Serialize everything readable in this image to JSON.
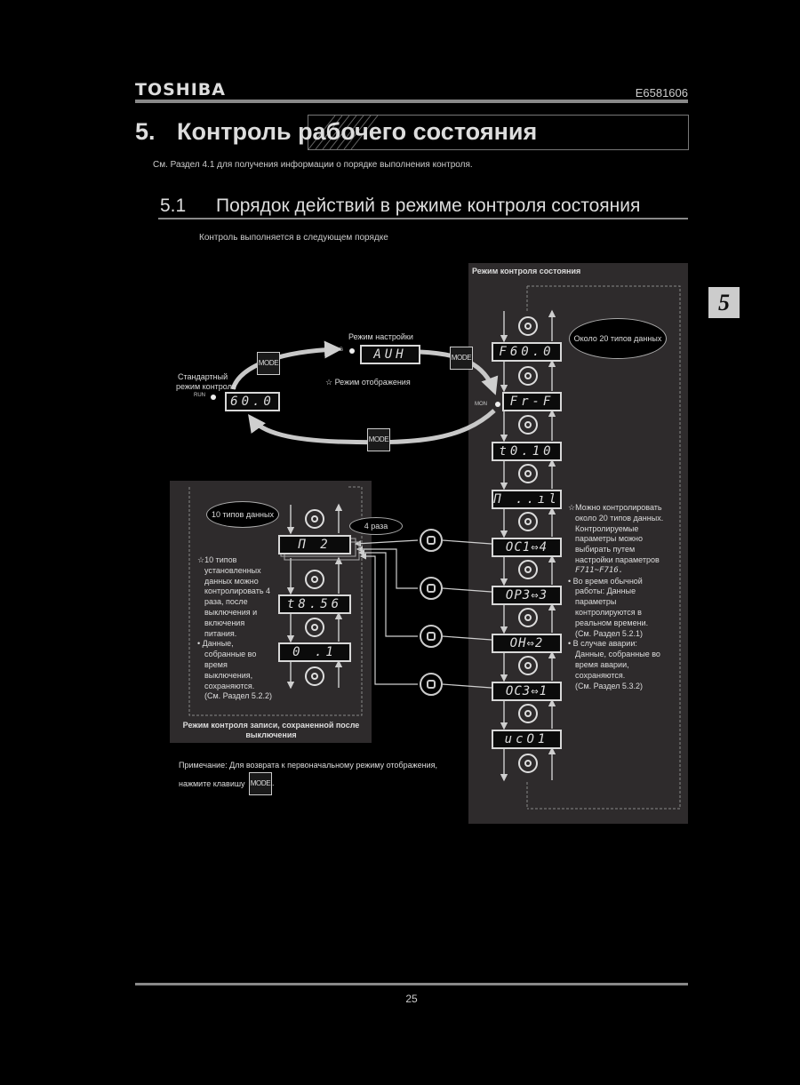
{
  "header": {
    "brand": "TOSHIBA",
    "doc_number": "E6581606"
  },
  "section": {
    "number": "5.",
    "title": "Контроль рабочего состояния",
    "intro": "См. Раздел 4.1 для получения информации о порядке выполнения контроля."
  },
  "subsection": {
    "number": "5.1",
    "title": "Порядок действий в режиме контроля состояния",
    "subtitle": "Контроль выполняется в следующем порядке"
  },
  "side_tab": "5",
  "diagram": {
    "mode_button": "MODE",
    "standard": {
      "label_line1": "Стандартный",
      "label_line2": "режим контроля",
      "led_label": "RUN",
      "display": "60.0"
    },
    "setup": {
      "label": "Режим настройки",
      "led_label": "PRG",
      "display": "AUH"
    },
    "display_mode_note": "☆ Режим отображения",
    "status_panel": {
      "title": "Режим контроля состояния",
      "ellipse": "Около 20 типов данных",
      "mon_label": "MON",
      "displays": [
        "F60.0",
        "Fr-F",
        "t0.10",
        "П ..ıl",
        "OC1⇔4",
        "OP3⇔3",
        "OH⇔2",
        "OC3⇔1",
        "ucO1"
      ],
      "notes": [
        "☆Можно контролировать",
        "около 20 типов данных.",
        "Контролируемые",
        "параметры можно",
        "выбирать путем",
        "настройки параметров",
        "F711~F716.",
        "• Во время обычной",
        "работы: Данные",
        "параметры",
        "контролируются в",
        "реальном времени.",
        "(См. Раздел 5.2.1)",
        "• В случае аварии:",
        "Данные, собранные во",
        "время аварии,",
        "сохраняются.",
        "(См. Раздел 5.3.2)"
      ]
    },
    "trip_panel": {
      "title_line1": "Режим контроля записи, сохраненной после",
      "title_line2": "выключения",
      "ellipse": "10 типов данных",
      "times_label": "4 раза",
      "displays": [
        "П   2",
        "t8.56",
        "0  .1"
      ],
      "notes": [
        "☆10 типов",
        "установленных",
        "данных можно",
        "контролировать 4",
        "раза, после",
        "выключения и",
        "включения",
        "питания.",
        "• Данные,",
        "собранные во",
        "время",
        "выключения,",
        "сохраняются.",
        "(См. Раздел 5.2.2)"
      ]
    },
    "footnote_line1": "Примечание: Для возврата к первоначальному режиму отображения,",
    "footnote_line2": "нажмите клавишу"
  },
  "footer": {
    "page_number": "25"
  }
}
